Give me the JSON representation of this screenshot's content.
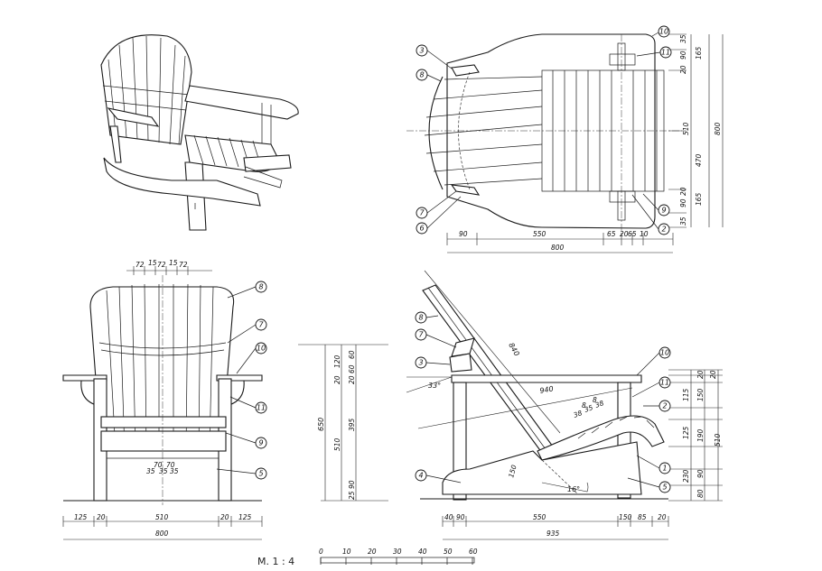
{
  "views": {
    "iso": {},
    "top": {
      "parts": [
        "10",
        "11",
        "3",
        "8",
        "7",
        "6",
        "9",
        "2"
      ],
      "bottom_dims": [
        "90",
        "550",
        "65",
        "20",
        "65",
        "10"
      ],
      "bottom_total": "800",
      "right_inner": [
        "35",
        "90",
        "165",
        "20",
        "20",
        "90",
        "165",
        "35"
      ],
      "right_mid": [
        "470",
        "510"
      ],
      "right_total": "800"
    },
    "front": {
      "parts": [
        "8",
        "7",
        "10",
        "11",
        "9",
        "5"
      ],
      "top_dims": [
        "72",
        "15",
        "72",
        "15",
        "72"
      ],
      "slat_dims": [
        "35",
        "35",
        "35"
      ],
      "slat_top": [
        "70",
        "70"
      ],
      "bottom_dims": [
        "125",
        "20",
        "510",
        "20",
        "125"
      ],
      "bottom_total": "800",
      "height_dims": [
        "60",
        "120",
        "60",
        "20",
        "20",
        "395",
        "90",
        "25"
      ],
      "height_mid": [
        "650",
        "510"
      ]
    },
    "side": {
      "parts": [
        "8",
        "7",
        "3",
        "4",
        "10",
        "11",
        "2",
        "1",
        "5"
      ],
      "labels": {
        "back": "840",
        "diag": "940",
        "angle1": "33°",
        "angle2": "16°",
        "gap": "150",
        "seat_dims": [
          "38",
          "35",
          "38"
        ],
        "seat_top": [
          "8",
          "8"
        ]
      },
      "bottom_dims": [
        "40",
        "90",
        "550",
        "150",
        "85",
        "20"
      ],
      "bottom_total": "935",
      "right_dims": [
        "20",
        "20",
        "115",
        "150",
        "125",
        "190",
        "230",
        "90",
        "80"
      ],
      "right_total": "510"
    }
  },
  "scale": {
    "label": "M. 1 : 4",
    "ticks": [
      "0",
      "10",
      "20",
      "30",
      "40",
      "50",
      "60"
    ]
  }
}
